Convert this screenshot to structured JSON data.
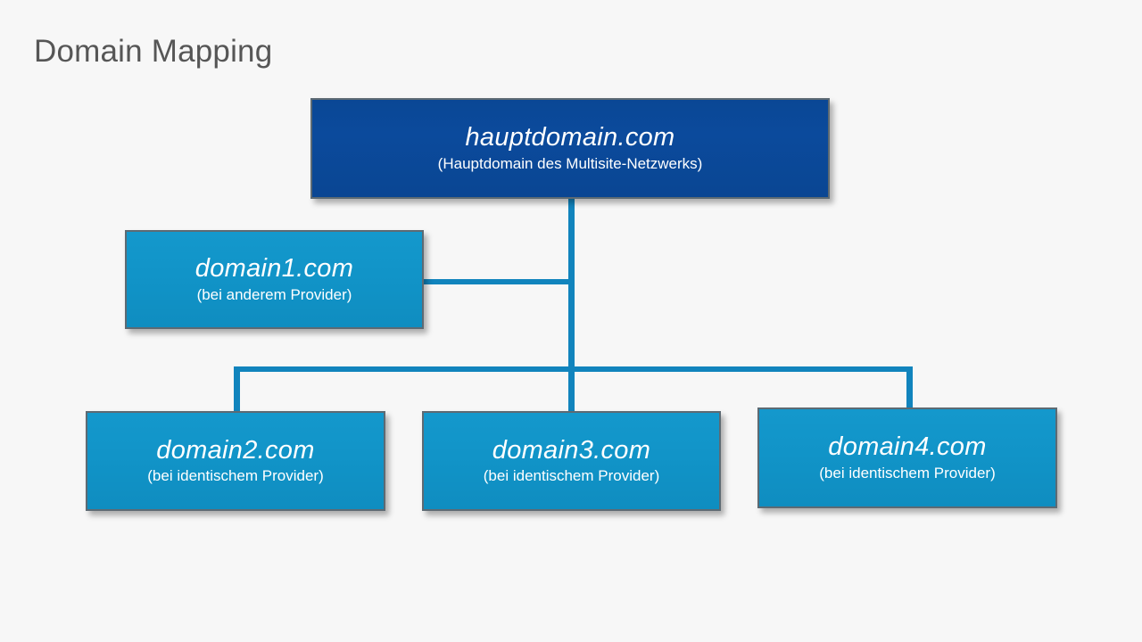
{
  "page": {
    "title": "Domain Mapping",
    "background_color": "#f7f7f7",
    "title_color": "#565656"
  },
  "theme": {
    "root_color": "#0b4a9c",
    "child_color": "#1194c8",
    "connector_color": "#1184bd",
    "node_text_color": "#ffffff",
    "node_border_color": "#5d6a73"
  },
  "diagram": {
    "type": "hierarchy-tree",
    "root": {
      "name": "hauptdomain.com",
      "description": "(Hauptdomain des Multisite-Netzwerks)"
    },
    "children": [
      {
        "name": "domain1.com",
        "description": "(bei anderem Provider)"
      },
      {
        "name": "domain2.com",
        "description": "(bei identischem Provider)"
      },
      {
        "name": "domain3.com",
        "description": "(bei identischem Provider)"
      },
      {
        "name": "domain4.com",
        "description": "(bei identischem Provider)"
      }
    ]
  }
}
